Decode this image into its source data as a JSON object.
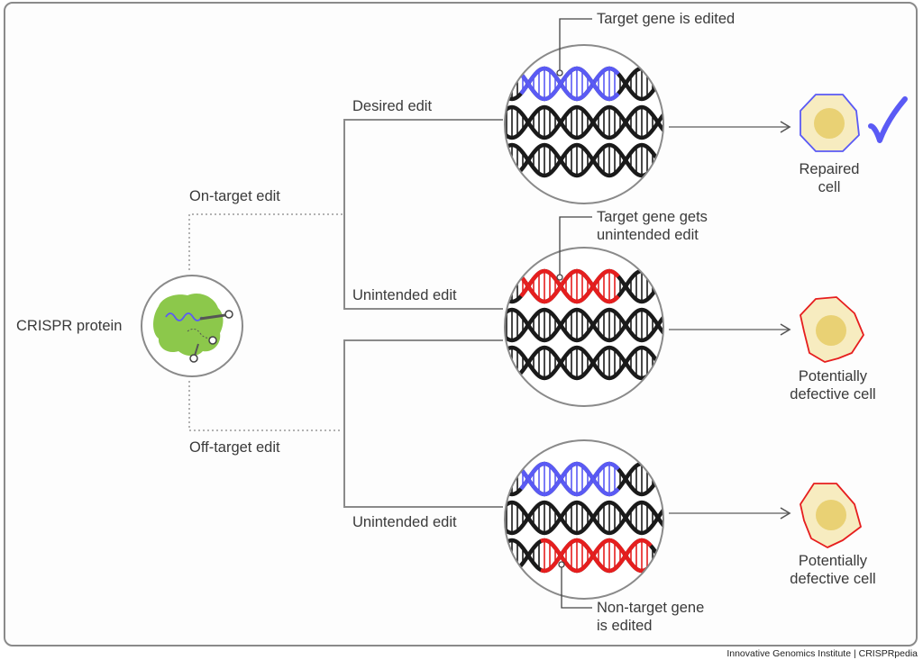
{
  "protein": {
    "label": "CRISPR protein"
  },
  "branches": {
    "on_target": "On-target edit",
    "off_target": "Off-target edit"
  },
  "outcomes": [
    {
      "edit_label": "Desired edit",
      "callout": [
        "Target gene is edited"
      ],
      "edited_strand_color": "#5a5af5",
      "edited_row": 1,
      "cell_label": [
        "Repaired",
        "cell"
      ],
      "cell_border_color": "#5a5af5",
      "checkmark": "✓"
    },
    {
      "edit_label": "Unintended edit",
      "callout": [
        "Target gene gets",
        "unintended edit"
      ],
      "edited_strand_color": "#e61e1e",
      "edited_row": 1,
      "cell_label": [
        "Potentially",
        "defective cell"
      ],
      "cell_border_color": "#e61e1e"
    },
    {
      "edit_label": "Unintended edit",
      "callout": [
        "Non-target gene",
        "is edited"
      ],
      "edited_strand_color": "#e61e1e",
      "edited_row": 3,
      "target_strand_color": "#5a5af5",
      "cell_label": [
        "Potentially",
        "defective cell"
      ],
      "cell_border_color": "#e61e1e"
    }
  ],
  "colors": {
    "protein_green": "#8cc84b",
    "guide_rna_blue": "#5a5af5",
    "dna_black": "#1a1a1a",
    "cell_fill": "#f7ecc0",
    "nucleus_fill": "#e6cc66",
    "line_gray": "#8a8a8a"
  },
  "credit": "Innovative Genomics Institute | CRISPRpedia"
}
